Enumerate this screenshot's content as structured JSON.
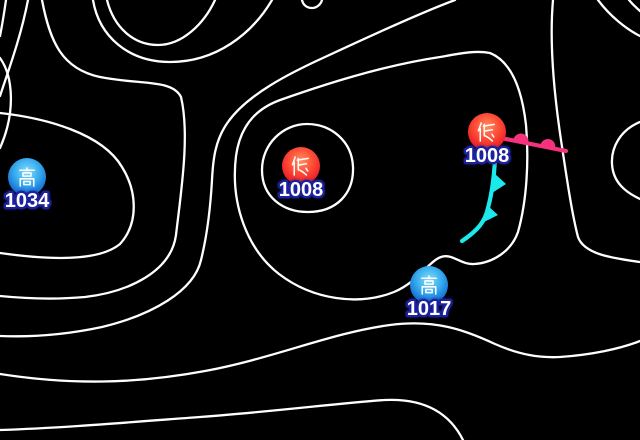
{
  "map": {
    "kind": "surface pressure weather map",
    "colors": {
      "background": "#000000",
      "isobar": "#ffffff",
      "warm_front": "#f5327e",
      "cold_front": "#1be9eb",
      "low_center_fill": "#ee2127",
      "high_center_fill": "#1170d4",
      "label_text": "#ffffff",
      "label_outline": "#1c209e"
    },
    "markers": [
      {
        "id": "high-west",
        "type": "high",
        "symbol": "高",
        "value": "1034"
      },
      {
        "id": "low-center",
        "type": "low",
        "symbol": "低",
        "value": "1008"
      },
      {
        "id": "low-east",
        "type": "low",
        "symbol": "低",
        "value": "1008"
      },
      {
        "id": "high-south",
        "type": "high",
        "symbol": "高",
        "value": "1017"
      }
    ],
    "fronts": [
      {
        "type": "warm-front",
        "color": "#f5327e",
        "symbol": "semicircles"
      },
      {
        "type": "cold-front",
        "color": "#1be9eb",
        "symbol": "triangles"
      }
    ]
  }
}
